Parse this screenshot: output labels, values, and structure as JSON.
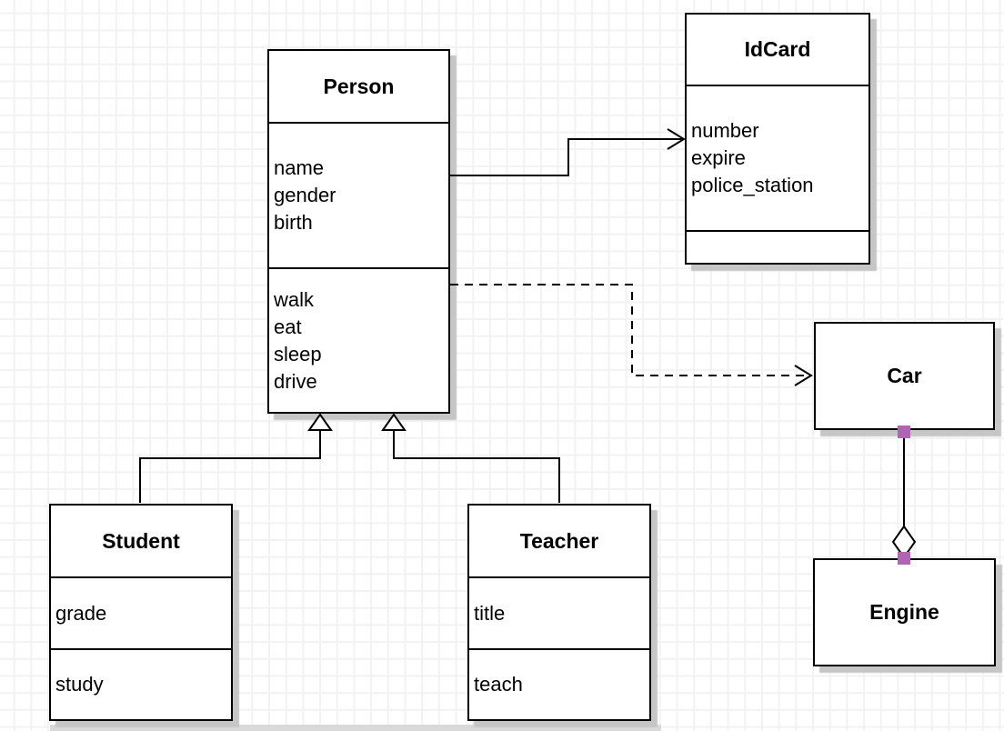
{
  "canvas": {
    "background": "#ffffff",
    "grid_color": "#f2f2f2"
  },
  "classes": {
    "person": {
      "title": "Person",
      "attributes": [
        "name",
        "gender",
        "birth"
      ],
      "methods": [
        "walk",
        "eat",
        "sleep",
        "drive"
      ]
    },
    "idcard": {
      "title": "IdCard",
      "attributes": [
        "number",
        "expire",
        "police_station"
      ],
      "methods": []
    },
    "car": {
      "title": "Car"
    },
    "engine": {
      "title": "Engine"
    },
    "student": {
      "title": "Student",
      "attributes": [
        "grade"
      ],
      "methods": [
        "study"
      ]
    },
    "teacher": {
      "title": "Teacher",
      "attributes": [
        "title"
      ],
      "methods": [
        "teach"
      ]
    }
  },
  "relationships": [
    {
      "type": "association",
      "from": "Person",
      "to": "IdCard",
      "style": "solid-open-arrow"
    },
    {
      "type": "dependency",
      "from": "Person",
      "to": "Car",
      "style": "dashed-open-arrow"
    },
    {
      "type": "generalization",
      "from": "Student",
      "to": "Person",
      "style": "solid-hollow-triangle"
    },
    {
      "type": "generalization",
      "from": "Teacher",
      "to": "Person",
      "style": "solid-hollow-triangle"
    },
    {
      "type": "aggregation",
      "from": "Car",
      "to": "Engine",
      "style": "solid-hollow-diamond"
    }
  ],
  "colors": {
    "line": "#000000",
    "box_border": "#000000",
    "box_fill": "#ffffff",
    "shadow": "#c6c6c6",
    "selection_handle": "#b164b4"
  }
}
